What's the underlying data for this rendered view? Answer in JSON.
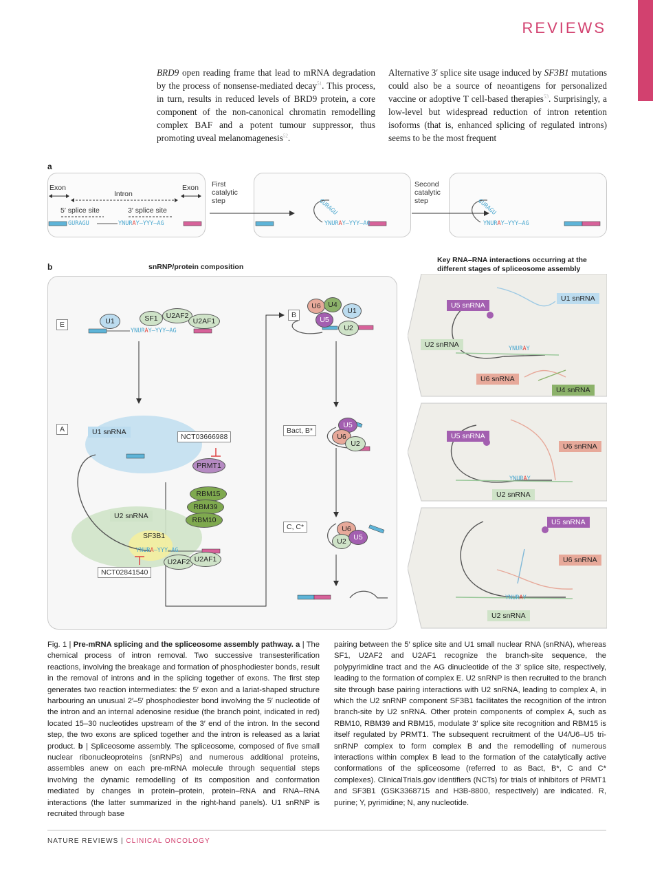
{
  "header": {
    "reviews": "REVIEWS"
  },
  "body_text": {
    "left_p1": "BRD9",
    "left_p2": " open reading frame that lead to mRNA degradation by the process of nonsense-mediated decay",
    "left_ref1": "51",
    "left_p3": ". This process, in turn, results in reduced levels of BRD9 protein, a core component of the non-canonical chromatin remodelling complex BAF and a potent tumour suppressor, thus promoting uveal melanomagenesis",
    "left_ref2": "52",
    "left_p4": ".",
    "right_p1": "Alternative 3′ splice site usage induced by ",
    "right_gene": "SF3B1",
    "right_p2": " mutations could also be a source of neoantigens for personalized vaccine or adoptive T cell-based therapies",
    "right_ref": "53",
    "right_p3": ". Surprisingly, a low-level but widespread reduction of intron retention isoforms (that is, enhanced splicing of regulated introns) seems to be the most frequent"
  },
  "figure": {
    "panel_a": {
      "label": "a",
      "exon_left": "Exon",
      "intron": "Intron",
      "exon_right": "Exon",
      "ss5": "5′ splice site",
      "ss3": "3′ splice site",
      "seq_guragu": "GURAGU",
      "seq_ynur": "YNUR",
      "seq_a": "A",
      "seq_y": "Y",
      "seq_yyy": "YYY",
      "seq_ag": "AG",
      "step1": "First catalytic step",
      "step2": "Second catalytic step"
    },
    "panel_b": {
      "label": "b",
      "title": "snRNP/protein composition",
      "right_title": "Key RNA–RNA interactions occurring at the different stages of spliceosome assembly",
      "complex_e": "E",
      "complex_a": "A",
      "complex_b": "B",
      "complex_bact": "Bact, B*",
      "complex_c": "C, C*",
      "u1": "U1",
      "sf1": "SF1",
      "u2af2": "U2AF2",
      "u2af1": "U2AF1",
      "u1_snrna": "U1 snRNA",
      "u2_snrna": "U2 snRNA",
      "sf3b1": "SF3B1",
      "nct_prmt1": "NCT03666988",
      "prmt1": "PRMT1",
      "rbm15": "RBM15",
      "rbm39": "RBM39",
      "rbm10": "RBM10",
      "nct_sf3b1": "NCT02841540",
      "u6": "U6",
      "u4": "U4",
      "u5": "U5",
      "u2": "U2",
      "u5_snrna": "U5 snRNA",
      "u6_snrna": "U6 snRNA",
      "u4_snrna": "U4 snRNA"
    },
    "colors": {
      "exon_blue": "#5eb4d8",
      "exon_pink": "#d7629a",
      "red_a": "#e0423a",
      "u1_blue": "#bcdcef",
      "u2_green": "#cfe3c8",
      "u5_purple": "#a35fb0",
      "u6_salmon": "#e7a99a",
      "u4_green": "#8cb26a",
      "rbm_green": "#7fa94f",
      "sf3b1_yellow": "#f4eea0",
      "prmt1_purple": "#b58ac2"
    }
  },
  "caption": {
    "fig": "Fig. 1 | ",
    "title": "Pre-mRNA splicing and the spliceosome assembly pathway.",
    "a_lbl": "a",
    "a_text": " | The chemical process of intron removal. Two successive transesterification reactions, involving the breakage and formation of phosphodiester bonds, result in the removal of introns and in the splicing together of exons. The first step generates two reaction intermediates: the 5′ exon and a lariat-shaped structure harbouring an unusual 2′–5′ phosphodiester bond involving the 5′ nucleotide of the intron and an internal adenosine residue (the branch point, indicated in red) located 15–30 nucleotides upstream of the 3′ end of the intron. In the second step, the two exons are spliced together and the intron is released as a lariat product. ",
    "b_lbl": "b",
    "b_text": " | Spliceosome assembly. The spliceosome, composed of five small nuclear ribonucleoproteins (snRNPs) and numerous additional proteins, assembles anew on each pre-mRNA molecule through sequential steps involving the dynamic remodelling of its composition and conformation mediated by changes in protein–protein, protein–RNA and RNA–RNA interactions (the latter summarized in the right-hand panels). U1 snRNP is recruited through base",
    "right_text": "pairing between the 5′ splice site and U1 small nuclear RNA (snRNA), whereas SF1, U2AF2 and U2AF1 recognize the branch-site sequence, the polypyrimidine tract and the AG dinucleotide of the 3′ splice site, respectively, leading to the formation of complex E. U2 snRNP is then recruited to the branch site through base pairing interactions with U2 snRNA, leading to complex A, in which the U2 snRNP component SF3B1 facilitates the recognition of the intron branch-site by U2 snRNA. Other protein components of complex A, such as RBM10, RBM39 and RBM15, modulate 3′ splice site recognition and RBM15 is itself regulated by PRMT1. The subsequent recruitment of the U4/U6–U5 tri-snRNP complex to form complex B and the remodelling of numerous interactions within complex B lead to the formation of the catalytically active conformations of the spliceosome (referred to as Bact, B*, C and C* complexes). ClinicalTrials.gov identifiers (NCTs) for trials of inhibitors of PRMT1 and SF3B1 (GSK3368715 and H3B-8800, respectively) are indicated. R, purine; Y, pyrimidine; N, any nucleotide."
  },
  "footer": {
    "journal": "NATURE REVIEWS | ",
    "section": "CLINICAL ONCOLOGY"
  }
}
